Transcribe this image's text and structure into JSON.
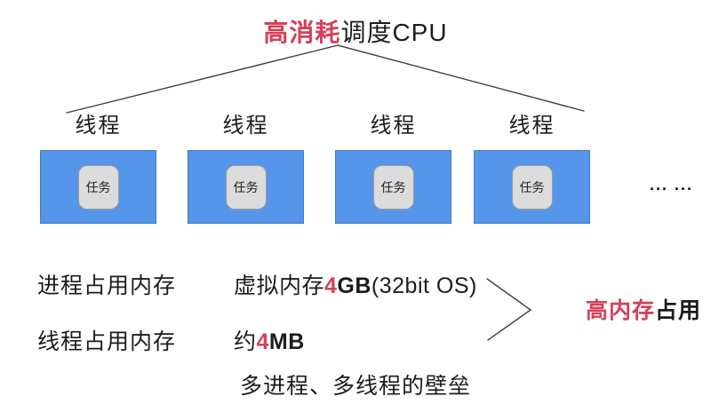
{
  "title": {
    "highlight": "高消耗",
    "rest": "调度CPU"
  },
  "threads": [
    {
      "label": "线程",
      "task": "任务"
    },
    {
      "label": "线程",
      "task": "任务"
    },
    {
      "label": "线程",
      "task": "任务"
    },
    {
      "label": "线程",
      "task": "任务"
    }
  ],
  "ellipsis": "... ...",
  "memory_rows": [
    {
      "label": "进程占用内存",
      "value_prefix": "虚拟内存",
      "value_highlight": "4",
      "value_bold": "GB",
      "value_suffix": "(32bit OS)"
    },
    {
      "label": "线程占用内存",
      "value_prefix": "约",
      "value_highlight": "4",
      "value_bold": "MB",
      "value_suffix": ""
    }
  ],
  "conclusion": {
    "highlight": "高内存",
    "rest": "占用"
  },
  "caption": "多进程、多线程的壁垒",
  "colors": {
    "accent_red": "#d5405a",
    "box_blue": "#5596eb",
    "task_gray": "#dcdcdc",
    "line_dark": "#3f3f3f",
    "text": "#1c1c1c"
  }
}
